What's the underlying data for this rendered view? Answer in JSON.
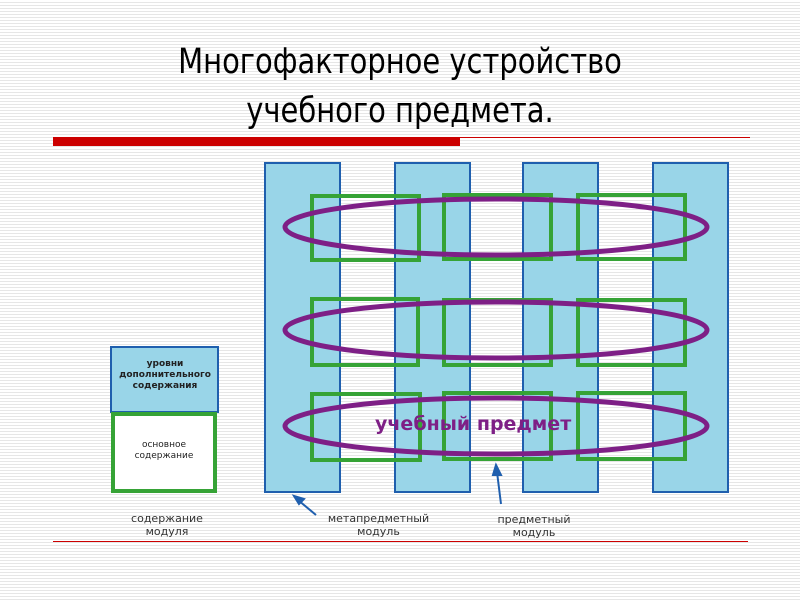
{
  "title": {
    "line1": "Многофакторное устройство",
    "line2": "учебного предмета."
  },
  "legend": {
    "additional": "уровни дополнительного содержания",
    "basic": "основное содержание",
    "caption": "содержание модуля"
  },
  "diagram": {
    "subject_label": "учебный предмет",
    "meta_module_label": "метапредметный модуль",
    "subject_module_label": "предметный модуль"
  },
  "colors": {
    "blue_fill": "#99d5e8",
    "blue_stroke": "#1f5fae",
    "green": "#36a336",
    "purple": "#7e1f86",
    "red": "#cc0000"
  }
}
